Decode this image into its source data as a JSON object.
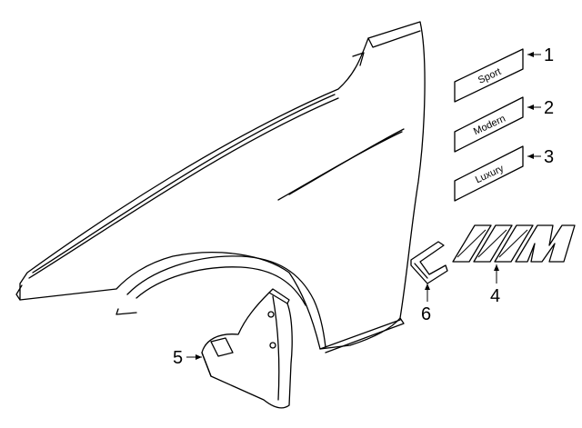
{
  "badges": [
    {
      "text": "Sport",
      "callout": "1"
    },
    {
      "text": "Modern",
      "callout": "2"
    },
    {
      "text": "Luxury",
      "callout": "3"
    }
  ],
  "parts": {
    "m_emblem": {
      "callout": "4"
    },
    "mud_flap": {
      "callout": "5"
    },
    "bracket": {
      "callout": "6"
    }
  }
}
